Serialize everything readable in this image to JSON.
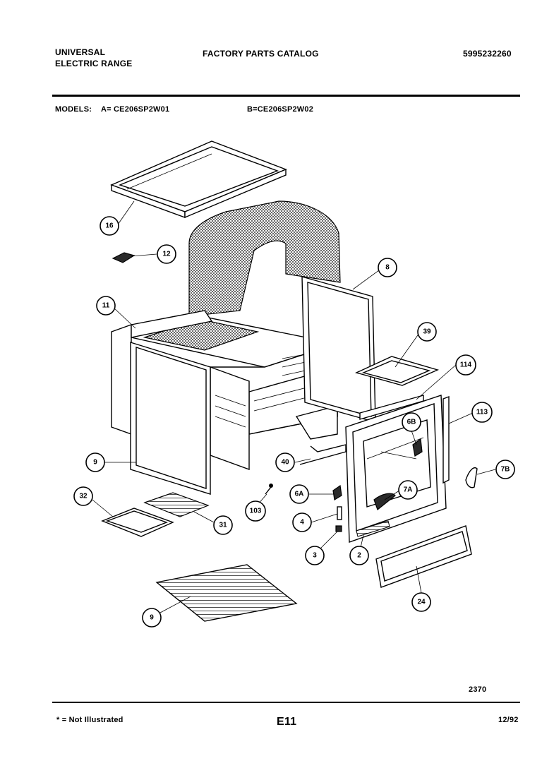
{
  "header": {
    "brand_line1": "UNIVERSAL",
    "brand_line2": "ELECTRIC RANGE",
    "catalog_title": "FACTORY PARTS CATALOG",
    "catalog_number": "5995232260"
  },
  "models": {
    "label": "MODELS:",
    "model_a": "A= CE206SP2W01",
    "model_b": "B=CE206SP2W02"
  },
  "callouts": [
    "16",
    "12",
    "8",
    "11",
    "39",
    "114",
    "113",
    "6B",
    "9",
    "40",
    "7B",
    "32",
    "6A",
    "7A",
    "103",
    "31",
    "4",
    "3",
    "2",
    "24",
    "9"
  ],
  "footer": {
    "drawing_number": "2370",
    "note": "* = Not Illustrated",
    "page_code": "E11",
    "date": "12/92"
  }
}
